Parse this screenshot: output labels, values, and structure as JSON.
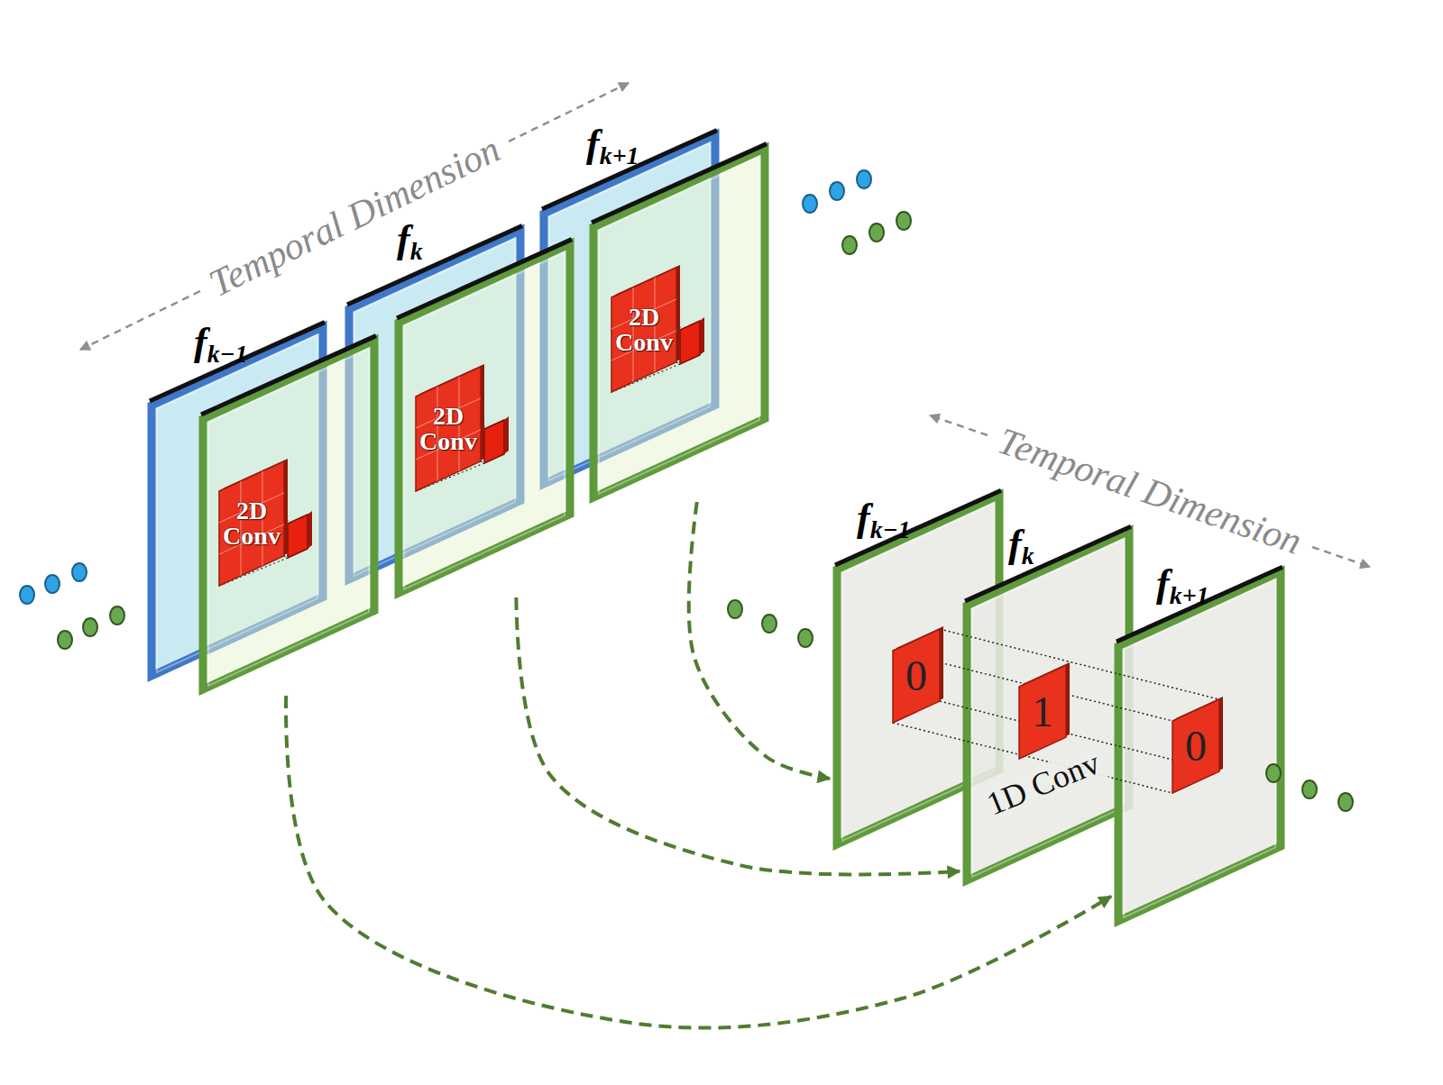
{
  "diagram": {
    "nodes": [
      {
        "text": [
          "fk−1"
        ]
      },
      {
        "text": [
          "2D Conv"
        ],
        "in": 0
      },
      {
        "text": [
          "fk"
        ]
      },
      {
        "text": [
          "2D Conv"
        ],
        "in": 2
      },
      {
        "text": [
          "fk+1"
        ]
      },
      {
        "text": [
          "2D Conv"
        ],
        "in": 4
      },
      {
        "text": [
          "fk−1"
        ]
      },
      {
        "text": [
          "0"
        ],
        "in": 6
      },
      {
        "text": [
          "fk"
        ]
      },
      {
        "text": [
          "1"
        ],
        "in": 8
      },
      {
        "text": [
          "fk+1"
        ]
      },
      {
        "text": [
          "0"
        ],
        "in": 10
      }
    ],
    "edges": [
      {
        "from": 0,
        "to": 10,
        "arrow": "to"
      },
      {
        "from": 2,
        "to": 8,
        "arrow": "to"
      },
      {
        "from": 4,
        "to": 6,
        "arrow": "to"
      }
    ],
    "labels": [
      "Temporal Dimension",
      "Temporal Dimension",
      "1D Conv"
    ]
  }
}
